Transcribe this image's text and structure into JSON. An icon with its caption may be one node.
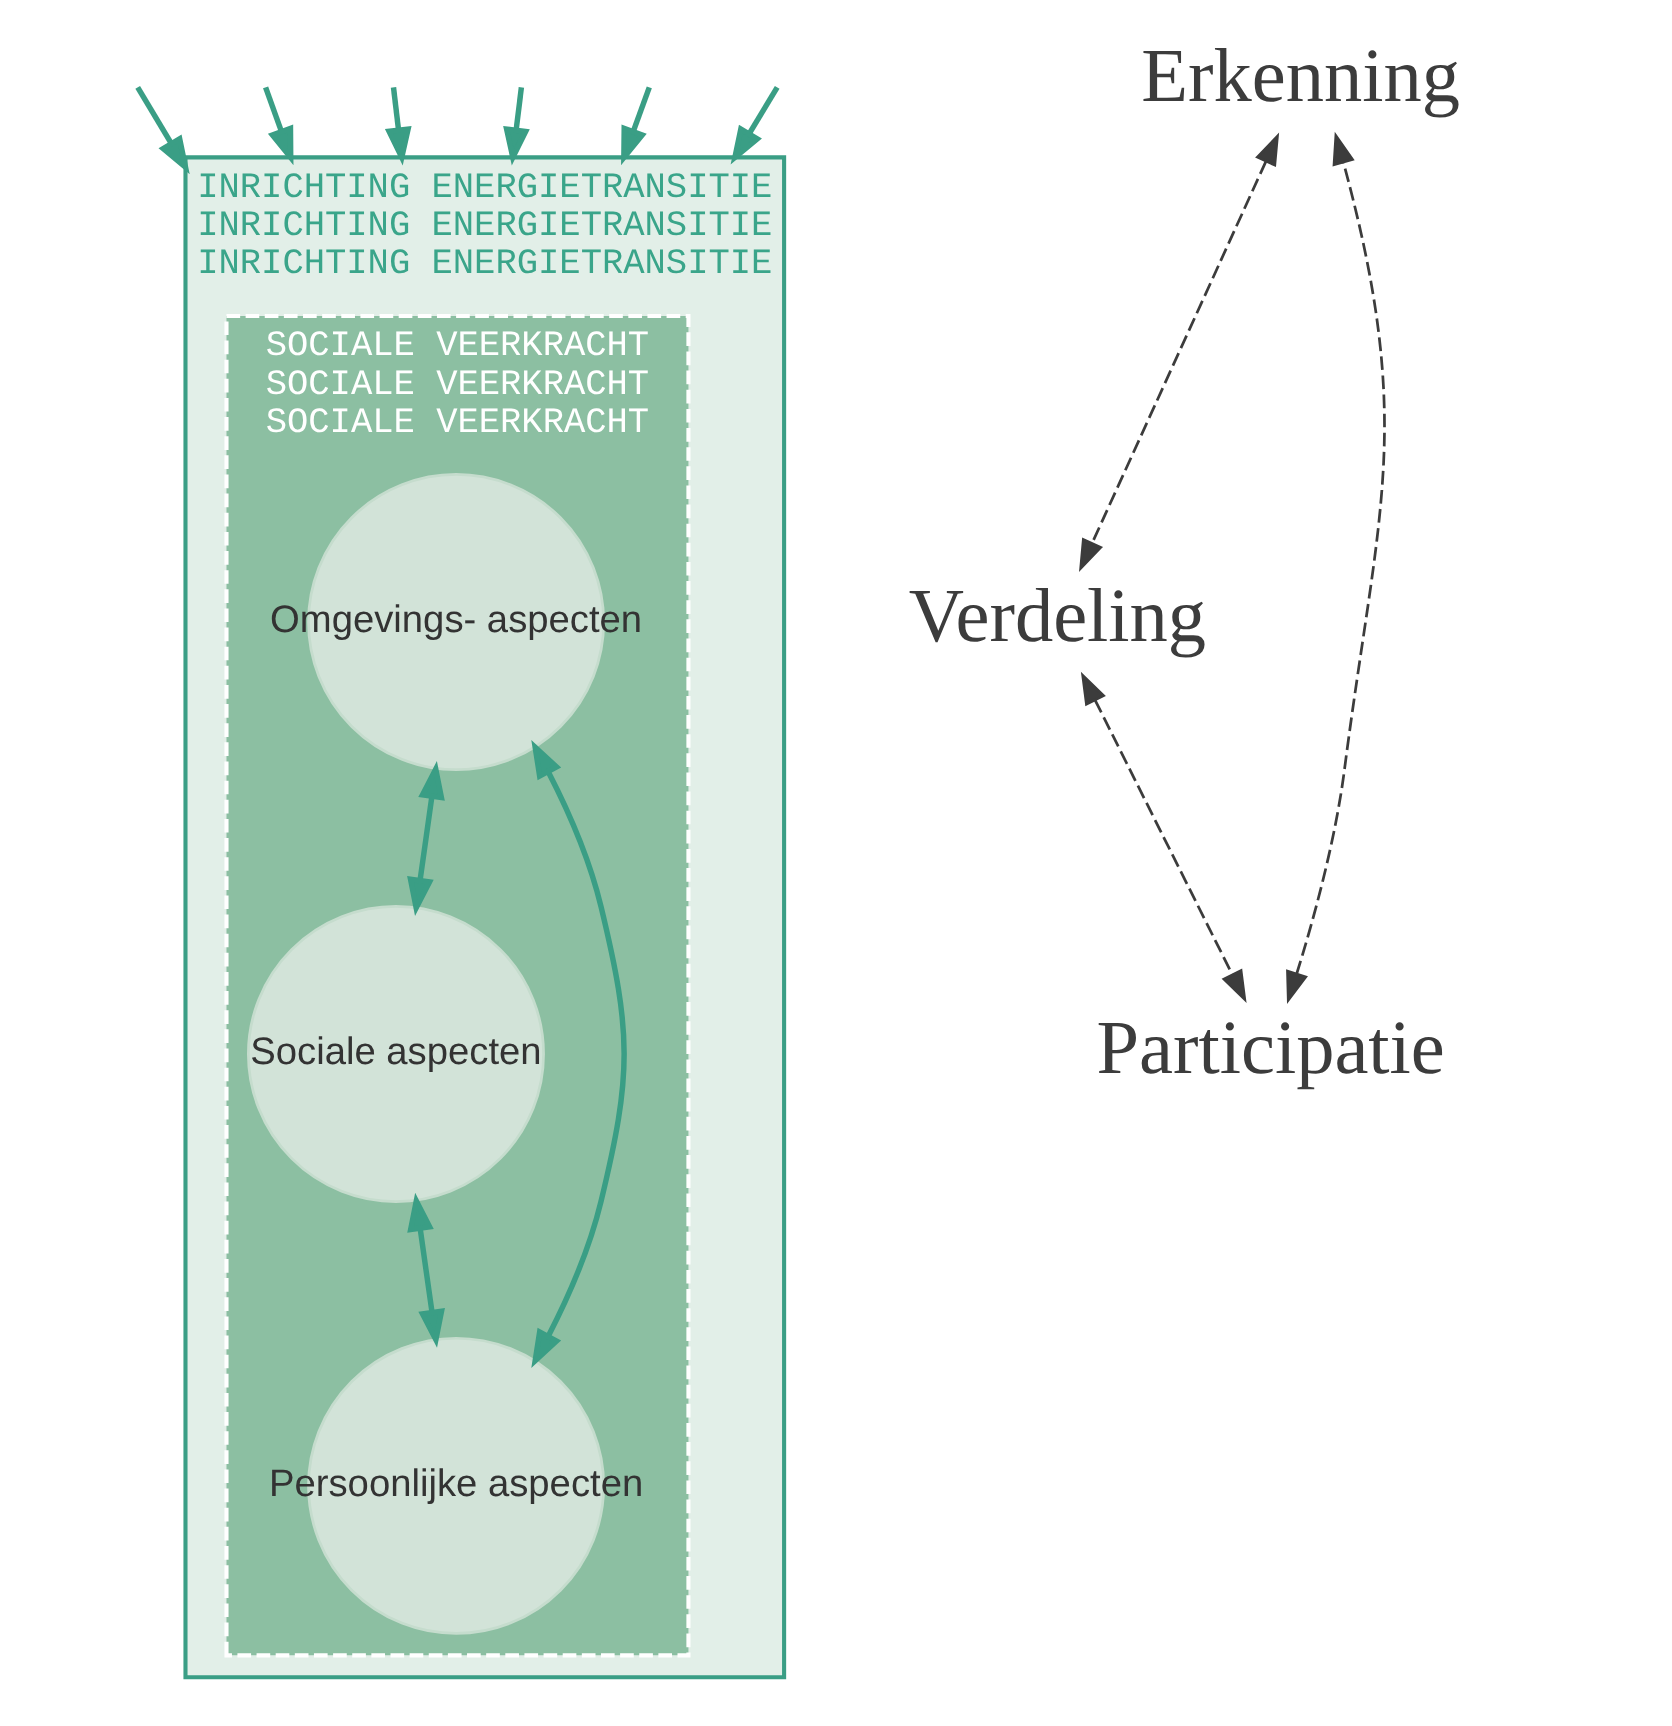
{
  "diagram": {
    "nodes": [
      {
        "text": [
          "INRICHTING ENERGIETRANSITIE",
          "INRICHTING ENERGIETRANSITIE",
          "INRICHTING ENERGIETRANSITIE"
        ]
      },
      {
        "text": [
          "SOCIALE VEERKRACHT",
          "SOCIALE VEERKRACHT",
          "SOCIALE VEERKRACHT"
        ],
        "in": 0
      },
      {
        "text": [
          "Omgevings- aspecten"
        ],
        "in": 1
      },
      {
        "text": [
          "Sociale aspecten"
        ],
        "in": 1
      },
      {
        "text": [
          "Persoonlijke aspecten"
        ],
        "in": 1
      },
      {
        "text": [
          "Erkenning"
        ]
      },
      {
        "text": [
          "Verdeling"
        ]
      },
      {
        "text": [
          "Participatie"
        ]
      }
    ],
    "edges": [
      {
        "from": 2,
        "to": 3,
        "arrow": "both"
      },
      {
        "from": 3,
        "to": 4,
        "arrow": "both"
      },
      {
        "from": 2,
        "to": 4,
        "arrow": "both"
      },
      {
        "from": 5,
        "to": 6,
        "arrow": "both",
        "style": "dashed",
        "color": "#3c3c3c"
      },
      {
        "from": 6,
        "to": 7,
        "arrow": "both",
        "style": "dashed",
        "color": "#3c3c3c"
      },
      {
        "from": 7,
        "to": 5,
        "arrow": "both",
        "style": "dashed",
        "color": "#3c3c3c"
      },
      {
        "from": null,
        "to": 0,
        "arrow": "to"
      },
      {
        "from": null,
        "to": 0,
        "arrow": "to"
      },
      {
        "from": null,
        "to": 0,
        "arrow": "to"
      },
      {
        "from": null,
        "to": 0,
        "arrow": "to"
      },
      {
        "from": null,
        "to": 0,
        "arrow": "to"
      },
      {
        "from": null,
        "to": 0,
        "arrow": "to"
      }
    ]
  }
}
